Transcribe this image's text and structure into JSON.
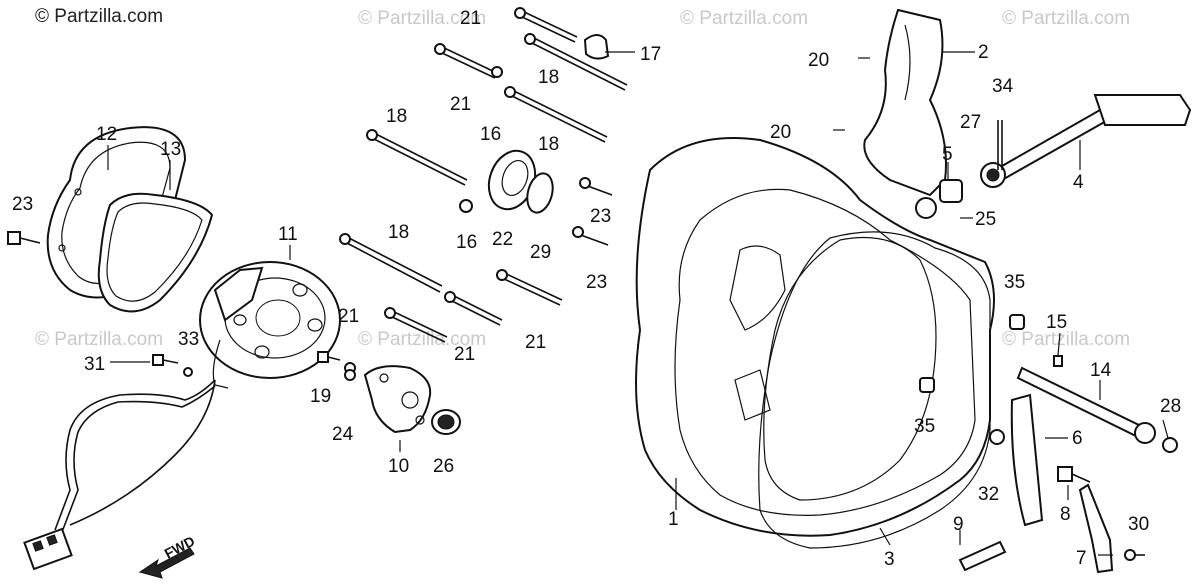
{
  "watermark": {
    "brand": "© Partzilla.com"
  },
  "direction_label": "FWD",
  "callouts": {
    "c1": "1",
    "c2": "2",
    "c3": "3",
    "c4": "4",
    "c5": "5",
    "c6": "6",
    "c7": "7",
    "c8": "8",
    "c9": "9",
    "c10": "10",
    "c11": "11",
    "c12": "12",
    "c13": "13",
    "c14": "14",
    "c15": "15",
    "c16a": "16",
    "c16b": "16",
    "c17": "17",
    "c18a": "18",
    "c18b": "18",
    "c18c": "18",
    "c18d": "18",
    "c19": "19",
    "c20a": "20",
    "c20b": "20",
    "c21a": "21",
    "c21b": "21",
    "c21c": "21",
    "c21d": "21",
    "c21e": "21",
    "c22": "22",
    "c23a": "23",
    "c23b": "23",
    "c23c": "23",
    "c24": "24",
    "c25": "25",
    "c26": "26",
    "c27": "27",
    "c28": "28",
    "c29": "29",
    "c30": "30",
    "c31": "31",
    "c32": "32",
    "c33": "33",
    "c34": "34",
    "c35a": "35",
    "c35b": "35"
  }
}
